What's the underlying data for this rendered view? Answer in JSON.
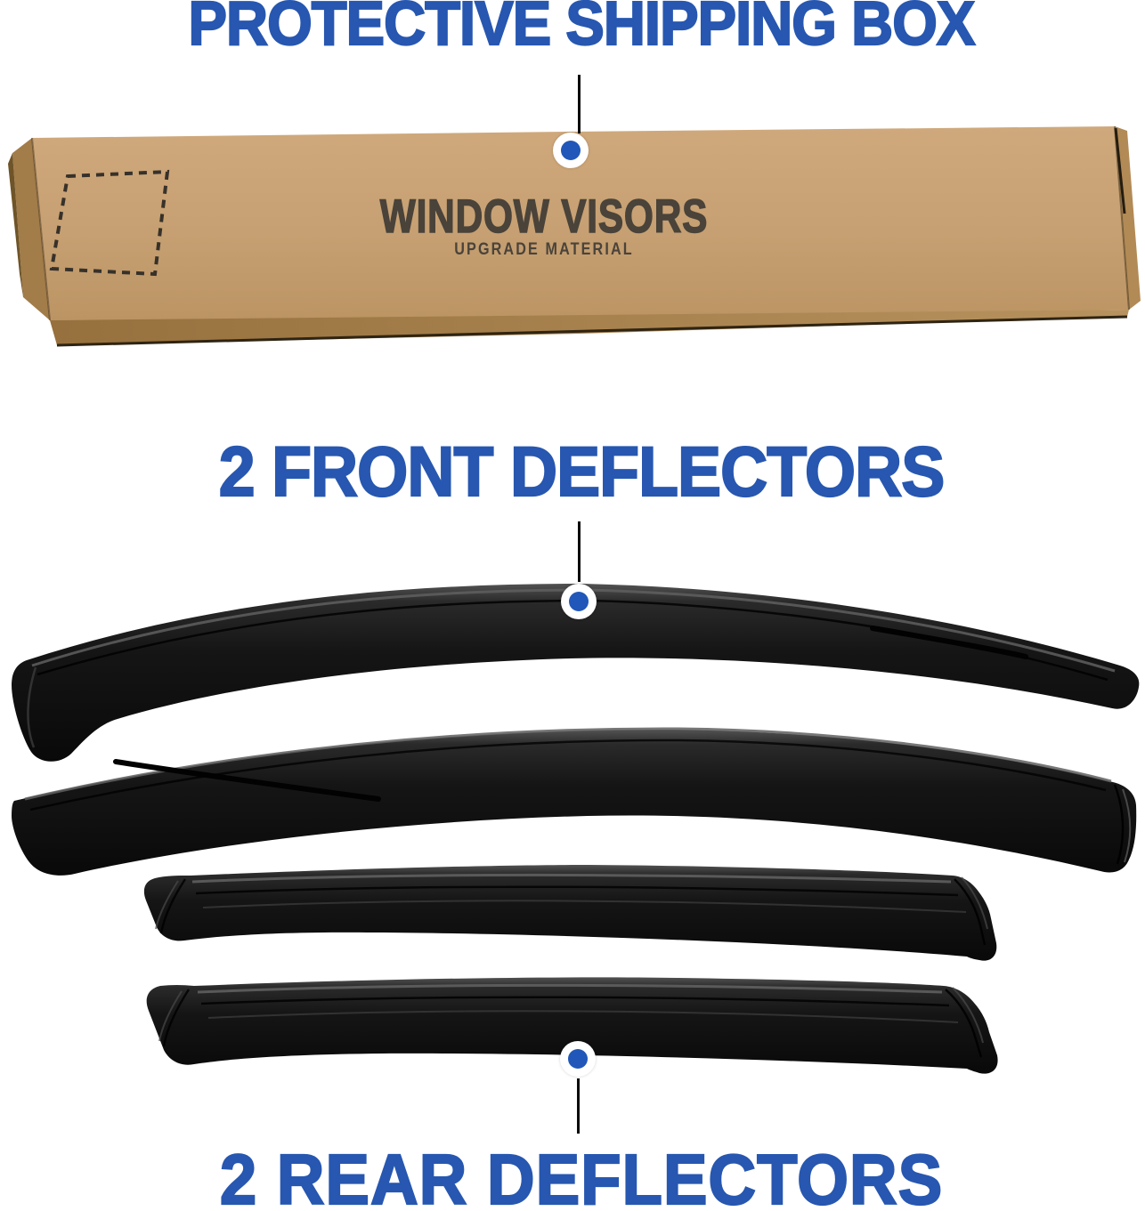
{
  "colors": {
    "accent_blue": "#2757b0",
    "dot_blue": "#2157b8",
    "print_ink": "#4a433a",
    "cardboard": "#c6a072",
    "cardboard_front": "#9a7440",
    "visor_black": "#141414"
  },
  "headings": {
    "shipping_box": "PROTECTIVE SHIPPING BOX",
    "front_deflectors": "2 FRONT DEFLECTORS",
    "rear_deflectors": "2 REAR DEFLECTORS"
  },
  "box_print": {
    "title": "WINDOW VISORS",
    "subtitle": "UPGRADE MATERIAL"
  }
}
